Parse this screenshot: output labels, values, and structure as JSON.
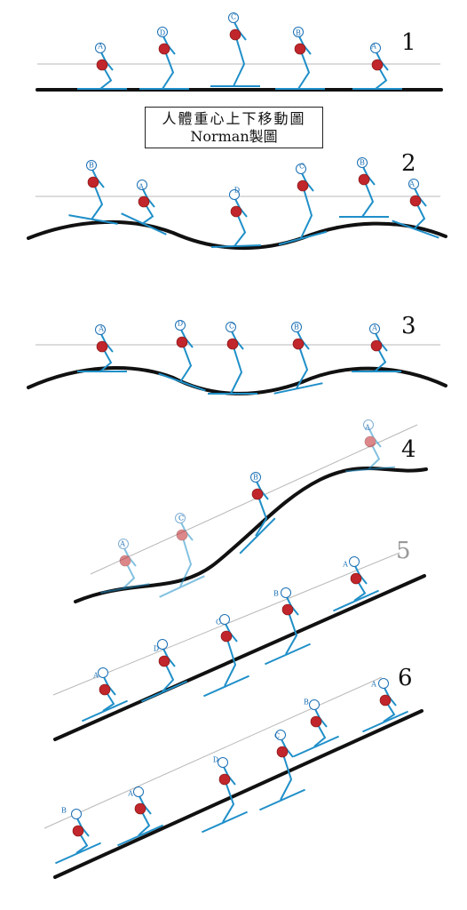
{
  "title": {
    "line1": "人體重心上下移動圖",
    "line2": "Norman製圖"
  },
  "colors": {
    "skier": "#1f8fc8",
    "dot": "#c0262b",
    "slope": "#111111",
    "ref": "#b8b8b8",
    "label_ring": "#1a6fb4"
  },
  "panels": [
    {
      "number": "1",
      "skiers": [
        "A",
        "D",
        "C",
        "B",
        "A"
      ]
    },
    {
      "number": "2",
      "skiers": [
        "B",
        "A",
        "D",
        "C",
        "B",
        "A"
      ]
    },
    {
      "number": "3",
      "skiers": [
        "A",
        "D",
        "C",
        "B",
        "A"
      ]
    },
    {
      "number": "4",
      "skiers": [
        "A",
        "C",
        "B",
        "A"
      ]
    },
    {
      "number": "5",
      "skiers": [
        "A",
        "D",
        "C",
        "B",
        "A"
      ]
    },
    {
      "number": "6",
      "skiers": [
        "B",
        "A",
        "D",
        "C",
        "B",
        "A"
      ]
    }
  ]
}
